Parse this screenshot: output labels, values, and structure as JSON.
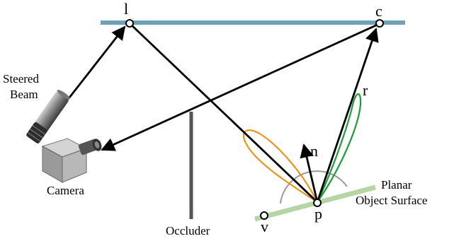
{
  "points": {
    "l": "l",
    "c": "c",
    "r": "r",
    "n": "n",
    "p": "p",
    "v": "v"
  },
  "labels": {
    "steered_beam_line1": "Steered",
    "steered_beam_line2": "Beam",
    "camera": "Camera",
    "occluder": "Occluder",
    "surface_line1": "Planar",
    "surface_line2": "Object Surface"
  },
  "colors": {
    "wall": "#6f9fb6",
    "surface": "#b5d6a4",
    "orange_lobe": "#e8961e",
    "green_lobe": "#1f9a3c",
    "ray": "#000000",
    "occluder": "#555555",
    "arc": "#999999"
  }
}
